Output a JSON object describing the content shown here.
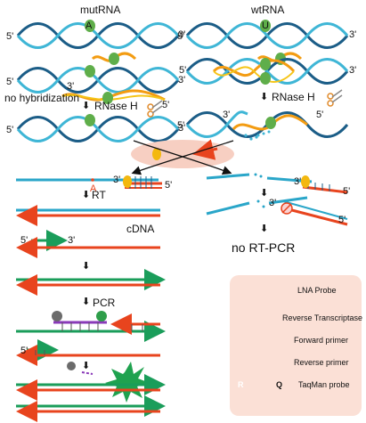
{
  "left": {
    "title": "mutRNA",
    "no_hybridization": "no hybridization",
    "rnase_h": "RNase H",
    "mismatch_base": "A",
    "rt": "RT",
    "cdna": "cDNA",
    "pcr": "PCR"
  },
  "right": {
    "title": "wtRNA",
    "rnase_h": "RNase H",
    "mismatch_base": "U",
    "no_rt_pcr": "no RT-PCR"
  },
  "strand_ends": {
    "five": "5'",
    "three": "3'"
  },
  "probe_label": "Aᵗ",
  "legend": {
    "items": [
      {
        "label": "LNA Probe",
        "icon": "lna-probe-icon"
      },
      {
        "label": "Reverse Transcriptase",
        "icon": "reverse-transcriptase-icon"
      },
      {
        "label": "Forward primer",
        "icon": "forward-primer-icon"
      },
      {
        "label": "Reverse primer",
        "icon": "reverse-primer-icon"
      },
      {
        "label": "TaqMan probe",
        "icon": "taqman-probe-icon"
      }
    ],
    "taqman_r": "R",
    "taqman_q": "Q"
  },
  "colors": {
    "rna_dark": "#1b5d87",
    "rna_light": "#3fb6d6",
    "lna_orange": "#f39c12",
    "lna_yellow": "#f5c518",
    "forward_green": "#1a9d5a",
    "reverse_red": "#e8441e",
    "enzyme": "#f3b80f",
    "reporter": "#2e9e4a",
    "quencher": "#6b6b6b",
    "legend_bg": "#fbe0d6"
  }
}
